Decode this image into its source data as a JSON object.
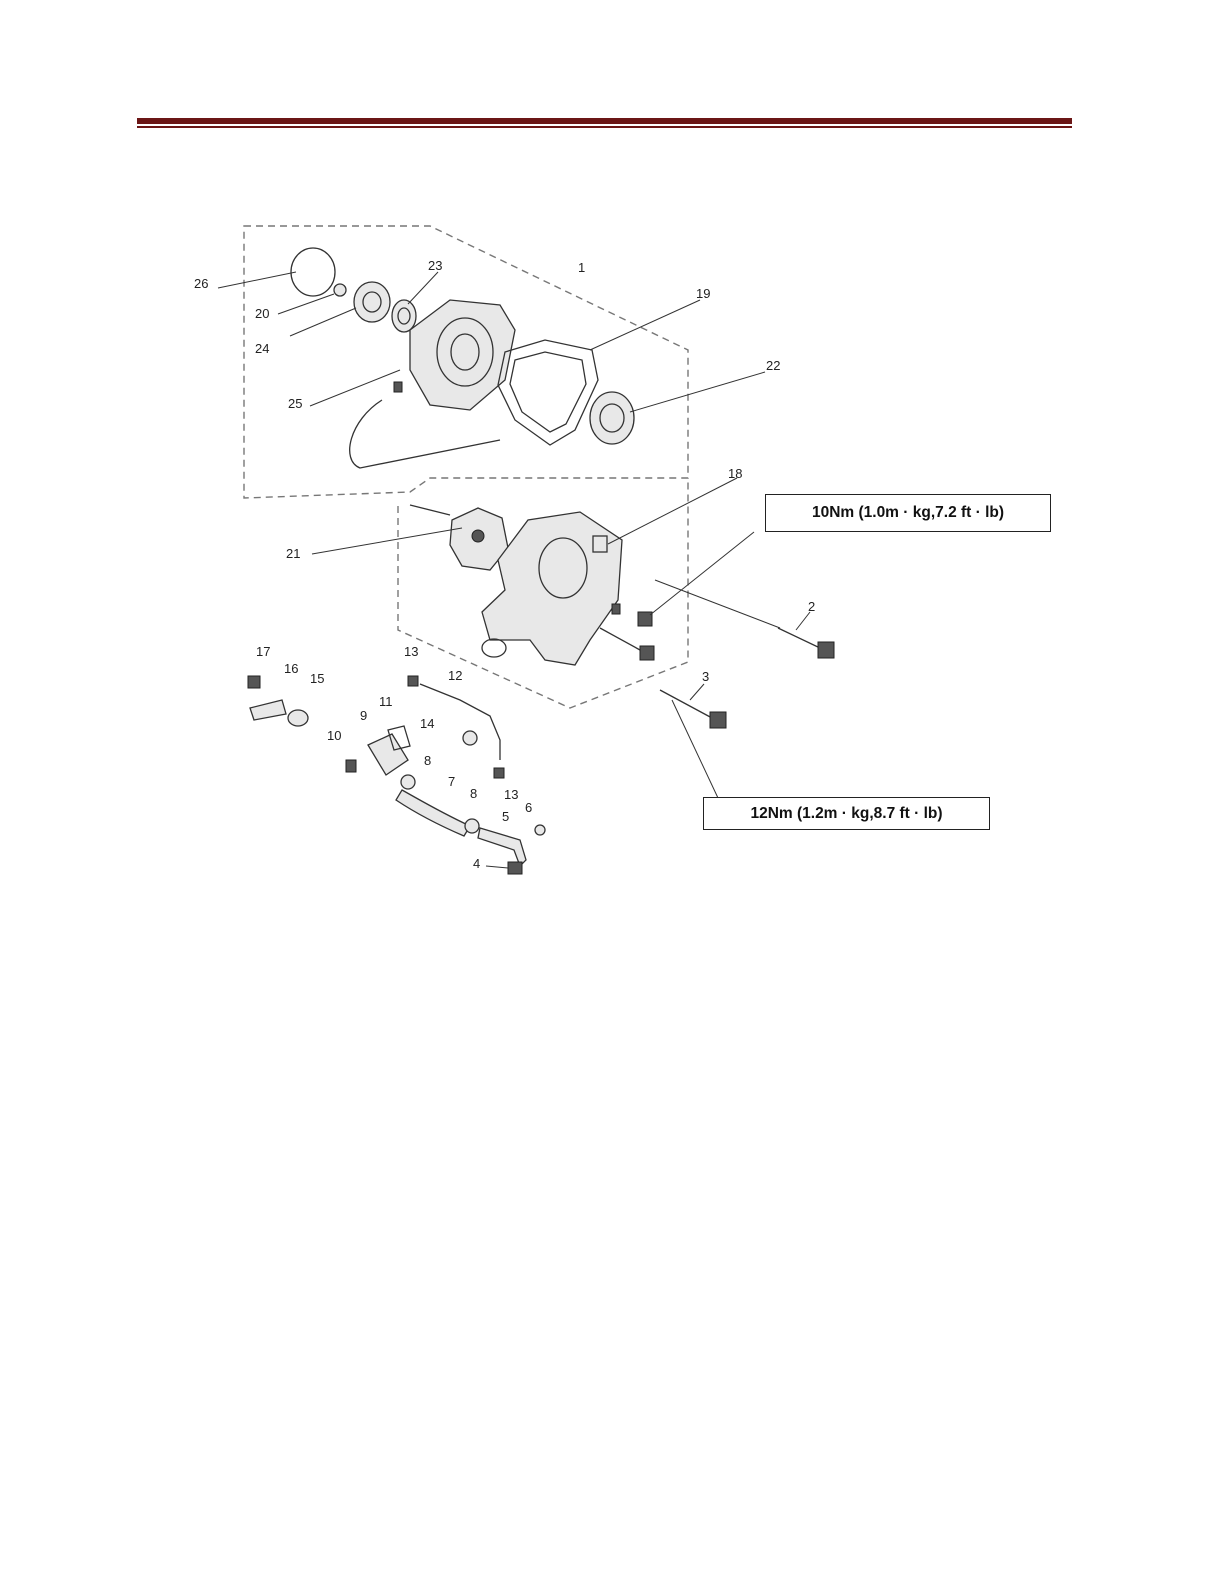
{
  "callouts": {
    "c1": "1",
    "c2": "2",
    "c3": "3",
    "c4": "4",
    "c5": "5",
    "c6": "6",
    "c7": "7",
    "c8a": "8",
    "c8b": "8",
    "c9": "9",
    "c10": "10",
    "c11": "11",
    "c12": "12",
    "c13a": "13",
    "c13b": "13",
    "c14": "14",
    "c15": "15",
    "c16": "16",
    "c17": "17",
    "c18": "18",
    "c19": "19",
    "c20": "20",
    "c21": "21",
    "c22": "22",
    "c23": "23",
    "c24": "24",
    "c25": "25",
    "c26": "26"
  },
  "torque_specs": {
    "upper": "10Nm (1.0m · kg,7.2 ft · lb)",
    "lower": "12Nm (1.2m · kg,8.7 ft · lb)"
  },
  "colors": {
    "header_rule": "#6b1616",
    "line_art": "#333333"
  }
}
